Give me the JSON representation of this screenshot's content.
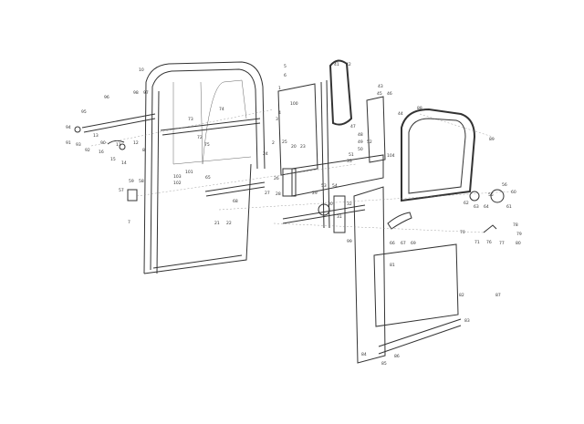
{
  "diagram": {
    "title": "Door exploded parts diagram",
    "labels": [
      "10",
      "98",
      "97",
      "96",
      "95",
      "94",
      "93",
      "92",
      "91",
      "90",
      "16",
      "15",
      "14",
      "13",
      "12",
      "11",
      "8",
      "7",
      "73",
      "74",
      "72",
      "75",
      "59",
      "58",
      "57",
      "103",
      "102",
      "101",
      "65",
      "21",
      "22",
      "68",
      "100",
      "5",
      "6",
      "4",
      "3",
      "2",
      "1",
      "20",
      "23",
      "24",
      "25",
      "26",
      "27",
      "28",
      "29",
      "30",
      "31",
      "32",
      "33",
      "41",
      "42",
      "43",
      "44",
      "45",
      "46",
      "47",
      "48",
      "49",
      "50",
      "51",
      "52",
      "53",
      "54",
      "55",
      "56",
      "60",
      "61",
      "62",
      "63",
      "64",
      "66",
      "67",
      "69",
      "70",
      "71",
      "76",
      "77",
      "78",
      "79",
      "80",
      "81",
      "82",
      "83",
      "84",
      "85",
      "86",
      "87",
      "88",
      "89",
      "99",
      "104",
      "105"
    ]
  }
}
